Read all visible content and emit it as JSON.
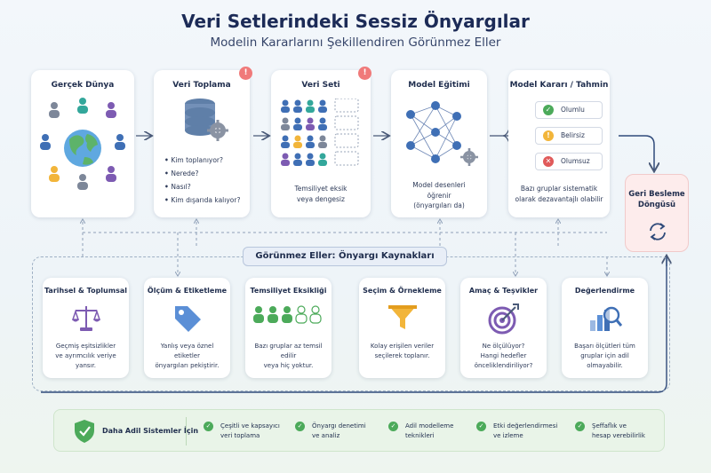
{
  "header": {
    "title": "Veri Setlerindeki Sessiz Önyargılar",
    "subtitle": "Modelin Kararlarını Şekillendiren Görünmez Eller"
  },
  "pipeline": {
    "real_world": {
      "title": "Gerçek Dünya"
    },
    "data_collection": {
      "title": "Veri Toplama",
      "alert": "!",
      "questions": [
        "Kim toplanıyor?",
        "Nerede?",
        "Nasıl?",
        "Kim dışarıda kalıyor?"
      ]
    },
    "dataset": {
      "title": "Veri Seti",
      "alert": "!",
      "desc_line1": "Temsiliyet eksik",
      "desc_line2": "veya dengesiz"
    },
    "training": {
      "title": "Model Eğitimi",
      "desc_line1": "Model desenleri",
      "desc_line2": "öğrenir",
      "desc_line3": "(önyargıları da)"
    },
    "decision": {
      "title": "Model Kararı / Tahmin",
      "outcomes": [
        {
          "label": "Olumlu",
          "symbol": "✓",
          "color": "#4caa5a"
        },
        {
          "label": "Belirsiz",
          "symbol": "!",
          "color": "#f2b53a"
        },
        {
          "label": "Olumsuz",
          "symbol": "✕",
          "color": "#e05a5a"
        }
      ],
      "desc_line1": "Bazı gruplar sistematik",
      "desc_line2": "olarak dezavantajlı olabilir"
    }
  },
  "feedback": {
    "line1": "Geri Besleme",
    "line2": "Döngüsü"
  },
  "sources": {
    "banner": "Görünmez Eller: Önyargı Kaynakları",
    "items": [
      {
        "title": "Tarihsel & Toplumsal",
        "d1": "Geçmiş eşitsizlikler",
        "d2": "ve ayrımcılık veriye",
        "d3": "yansır."
      },
      {
        "title": "Ölçüm & Etiketleme",
        "d1": "Yanlış veya öznel etiketler",
        "d2": "önyargıları pekiştirir.",
        "d3": ""
      },
      {
        "title": "Temsiliyet Eksikliği",
        "d1": "Bazı gruplar az temsil edilir",
        "d2": "veya hiç yoktur.",
        "d3": ""
      },
      {
        "title": "Seçim & Örnekleme",
        "d1": "Kolay erişilen veriler",
        "d2": "seçilerek toplanır.",
        "d3": ""
      },
      {
        "title": "Amaç & Teşvikler",
        "d1": "Ne ölçülüyor?",
        "d2": "Hangi hedefler",
        "d3": "önceliklendiriliyor?"
      },
      {
        "title": "Değerlendirme",
        "d1": "Başarı ölçütleri tüm",
        "d2": "gruplar için adil olmayabilir.",
        "d3": ""
      }
    ]
  },
  "fair": {
    "title": "Daha Adil Sistemler İçin",
    "items": [
      {
        "l1": "Çeşitli ve kapsayıcı",
        "l2": "veri toplama"
      },
      {
        "l1": "Önyargı denetimi",
        "l2": "ve analiz"
      },
      {
        "l1": "Adil modelleme",
        "l2": "teknikleri"
      },
      {
        "l1": "Etki değerlendirmesi",
        "l2": "ve izleme"
      },
      {
        "l1": "Şeffaflık ve",
        "l2": "hesap verebilirlik"
      }
    ]
  },
  "colors": {
    "blue": "#3f6fb5",
    "teal": "#33a79b",
    "purple": "#7d5bb2",
    "yellow": "#f2b53a",
    "gray": "#7d8799",
    "green": "#4caa5a",
    "red": "#e05a5a"
  }
}
